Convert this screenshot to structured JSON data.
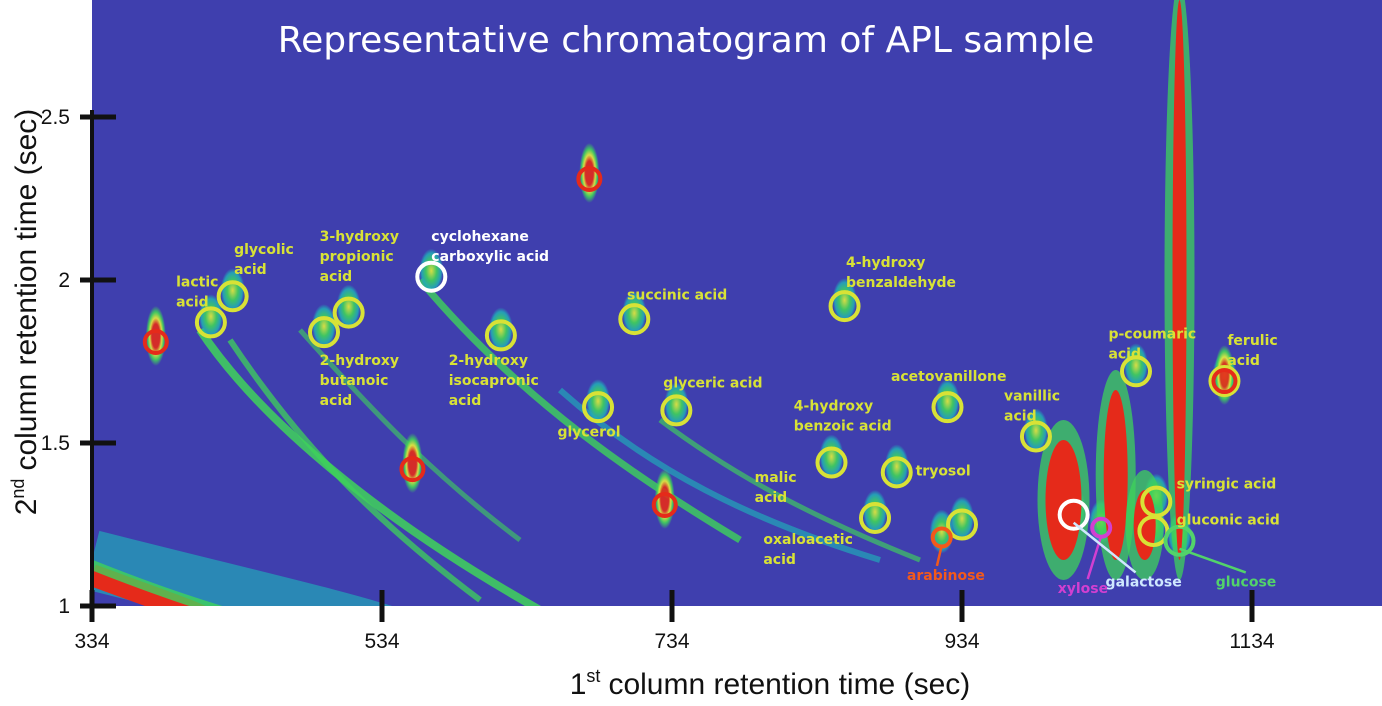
{
  "chart_data": {
    "type": "heatmap",
    "title": "Representative chromatogram of APL sample",
    "xlabel_main": "column retention time (sec)",
    "xlabel_sup": "st",
    "xlabel_num": "1",
    "ylabel_main": "column retention time (sec)",
    "ylabel_sup": "nd",
    "ylabel_num": "2",
    "xlim": [
      334,
      1214
    ],
    "ylim": [
      1.0,
      2.8
    ],
    "x_ticks": [
      "334",
      "534",
      "734",
      "934",
      "1134"
    ],
    "x_tick_values": [
      334,
      534,
      734,
      934,
      1134
    ],
    "y_ticks": [
      "1",
      "1.5",
      "2",
      "2.5"
    ],
    "y_tick_values": [
      1,
      1.5,
      2,
      2.5
    ],
    "colors": {
      "background": "#3f3fae",
      "low": "#22a8b8",
      "mid": "#3fd35a",
      "high": "#e8ee3a",
      "peak": "#e52a1a",
      "marker_yellow": "#d8e236",
      "marker_red": "#e52a1a",
      "marker_white": "#ffffff",
      "label_yellow": "#d8e236",
      "label_white": "#ffffff",
      "label_arabinose": "#f2591b",
      "label_xylose": "#d23fd1",
      "label_galactose": "#cfe8ff",
      "label_glucose": "#52d36a"
    },
    "compounds": [
      {
        "name": "lactic acid",
        "lines": [
          "lactic",
          "acid"
        ],
        "x": 416,
        "y": 1.87,
        "marker": "yellow",
        "label_x": 392,
        "label_y": 1.98,
        "color": "label_yellow"
      },
      {
        "name": "glycolic acid",
        "lines": [
          "glycolic",
          "acid"
        ],
        "x": 431,
        "y": 1.95,
        "marker": "yellow",
        "label_x": 432,
        "label_y": 2.08,
        "color": "label_yellow"
      },
      {
        "name": "3-hydroxy propionic acid",
        "lines": [
          "3-hydroxy",
          "propionic",
          "acid"
        ],
        "x": 511,
        "y": 1.9,
        "marker": "yellow",
        "label_x": 491,
        "label_y": 2.12,
        "color": "label_yellow"
      },
      {
        "name": "2-hydroxy butanoic acid",
        "lines": [
          "2-hydroxy",
          "butanoic",
          "acid"
        ],
        "x": 494,
        "y": 1.84,
        "marker": "yellow",
        "label_x": 491,
        "label_y": 1.74,
        "color": "label_yellow"
      },
      {
        "name": "cyclohexane carboxylic acid",
        "lines": [
          "cyclohexane",
          "carboxylic acid"
        ],
        "x": 568,
        "y": 2.01,
        "marker": "white",
        "label_x": 568,
        "label_y": 2.12,
        "color": "label_white"
      },
      {
        "name": "2-hydroxy isocapronic acid",
        "lines": [
          "2-hydroxy",
          "isocapronic",
          "acid"
        ],
        "x": 616,
        "y": 1.83,
        "marker": "yellow",
        "label_x": 580,
        "label_y": 1.74,
        "color": "label_yellow"
      },
      {
        "name": "succinic acid",
        "lines": [
          "succinic acid"
        ],
        "x": 708,
        "y": 1.88,
        "marker": "yellow",
        "label_x": 703,
        "label_y": 1.94,
        "color": "label_yellow"
      },
      {
        "name": "glycerol",
        "lines": [
          "glycerol"
        ],
        "x": 683,
        "y": 1.61,
        "marker": "yellow",
        "label_x": 655,
        "label_y": 1.52,
        "color": "label_yellow"
      },
      {
        "name": "glyceric acid",
        "lines": [
          "glyceric acid"
        ],
        "x": 737,
        "y": 1.6,
        "marker": "yellow",
        "label_x": 728,
        "label_y": 1.67,
        "color": "label_yellow"
      },
      {
        "name": "4-hydroxy benzaldehyde",
        "lines": [
          "4-hydroxy",
          "benzaldehyde"
        ],
        "x": 853,
        "y": 1.92,
        "marker": "yellow",
        "label_x": 854,
        "label_y": 2.04,
        "color": "label_yellow"
      },
      {
        "name": "4-hydroxy benzoic acid",
        "lines": [
          "4-hydroxy",
          "benzoic acid"
        ],
        "x": 844,
        "y": 1.44,
        "marker": "yellow",
        "label_x": 818,
        "label_y": 1.6,
        "color": "label_yellow"
      },
      {
        "name": "malic acid",
        "lines": [
          "malic",
          "acid"
        ],
        "x": 874,
        "y": 1.27,
        "marker": "yellow",
        "label_x": 791,
        "label_y": 1.38,
        "color": "label_yellow"
      },
      {
        "name": "oxaloacetic acid",
        "lines": [
          "oxaloacetic",
          "acid"
        ],
        "x": 934,
        "y": 1.25,
        "marker": "yellow",
        "label_x": 797,
        "label_y": 1.19,
        "color": "label_yellow"
      },
      {
        "name": "acetovanillone",
        "lines": [
          "acetovanillone"
        ],
        "x": 924,
        "y": 1.61,
        "marker": "yellow",
        "label_x": 885,
        "label_y": 1.69,
        "color": "label_yellow"
      },
      {
        "name": "tryosol",
        "lines": [
          "tryosol"
        ],
        "x": 889,
        "y": 1.41,
        "marker": "yellow",
        "label_x": 902,
        "label_y": 1.4,
        "color": "label_yellow"
      },
      {
        "name": "vanillic acid",
        "lines": [
          "vanillic",
          "acid"
        ],
        "x": 985,
        "y": 1.52,
        "marker": "yellow",
        "label_x": 963,
        "label_y": 1.63,
        "color": "label_yellow"
      },
      {
        "name": "p-coumaric acid",
        "lines": [
          "p-coumaric",
          "acid"
        ],
        "x": 1054,
        "y": 1.72,
        "marker": "yellow",
        "label_x": 1035,
        "label_y": 1.82,
        "color": "label_yellow"
      },
      {
        "name": "ferulic acid",
        "lines": [
          "ferulic",
          "acid"
        ],
        "x": 1115,
        "y": 1.69,
        "marker": "yellow",
        "label_x": 1117,
        "label_y": 1.8,
        "color": "label_yellow"
      },
      {
        "name": "syringic acid",
        "lines": [
          "syringic acid"
        ],
        "x": 1068,
        "y": 1.32,
        "marker": "yellow",
        "label_x": 1082,
        "label_y": 1.36,
        "color": "label_yellow"
      },
      {
        "name": "gluconic acid",
        "lines": [
          "gluconic acid"
        ],
        "x": 1066,
        "y": 1.23,
        "marker": "yellow",
        "label_x": 1082,
        "label_y": 1.25,
        "color": "label_yellow"
      },
      {
        "name": "arabinose",
        "lines": [
          "arabinose"
        ],
        "x": 920,
        "y": 1.21,
        "marker": "orange",
        "label_x": 896,
        "label_y": 1.08,
        "color": "label_arabinose"
      },
      {
        "name": "xylose",
        "lines": [
          "xylose"
        ],
        "x": 1030,
        "y": 1.24,
        "marker": "magenta",
        "label_x": 1000,
        "label_y": 1.04,
        "color": "label_xylose"
      },
      {
        "name": "galactose",
        "lines": [
          "galactose"
        ],
        "x": 1011,
        "y": 1.28,
        "marker": "white",
        "label_x": 1033,
        "label_y": 1.06,
        "color": "label_galactose"
      },
      {
        "name": "glucose",
        "lines": [
          "glucose"
        ],
        "x": 1084,
        "y": 1.2,
        "marker": "green",
        "label_x": 1109,
        "label_y": 1.06,
        "color": "label_glucose"
      }
    ],
    "unlabeled_peaks": [
      {
        "x": 378,
        "y": 1.81,
        "marker": "red"
      },
      {
        "x": 555,
        "y": 1.42,
        "marker": "red"
      },
      {
        "x": 677,
        "y": 2.31,
        "marker": "red"
      },
      {
        "x": 729,
        "y": 1.31,
        "marker": "red"
      },
      {
        "x": 1115,
        "y": 1.69,
        "marker": "red"
      }
    ]
  }
}
